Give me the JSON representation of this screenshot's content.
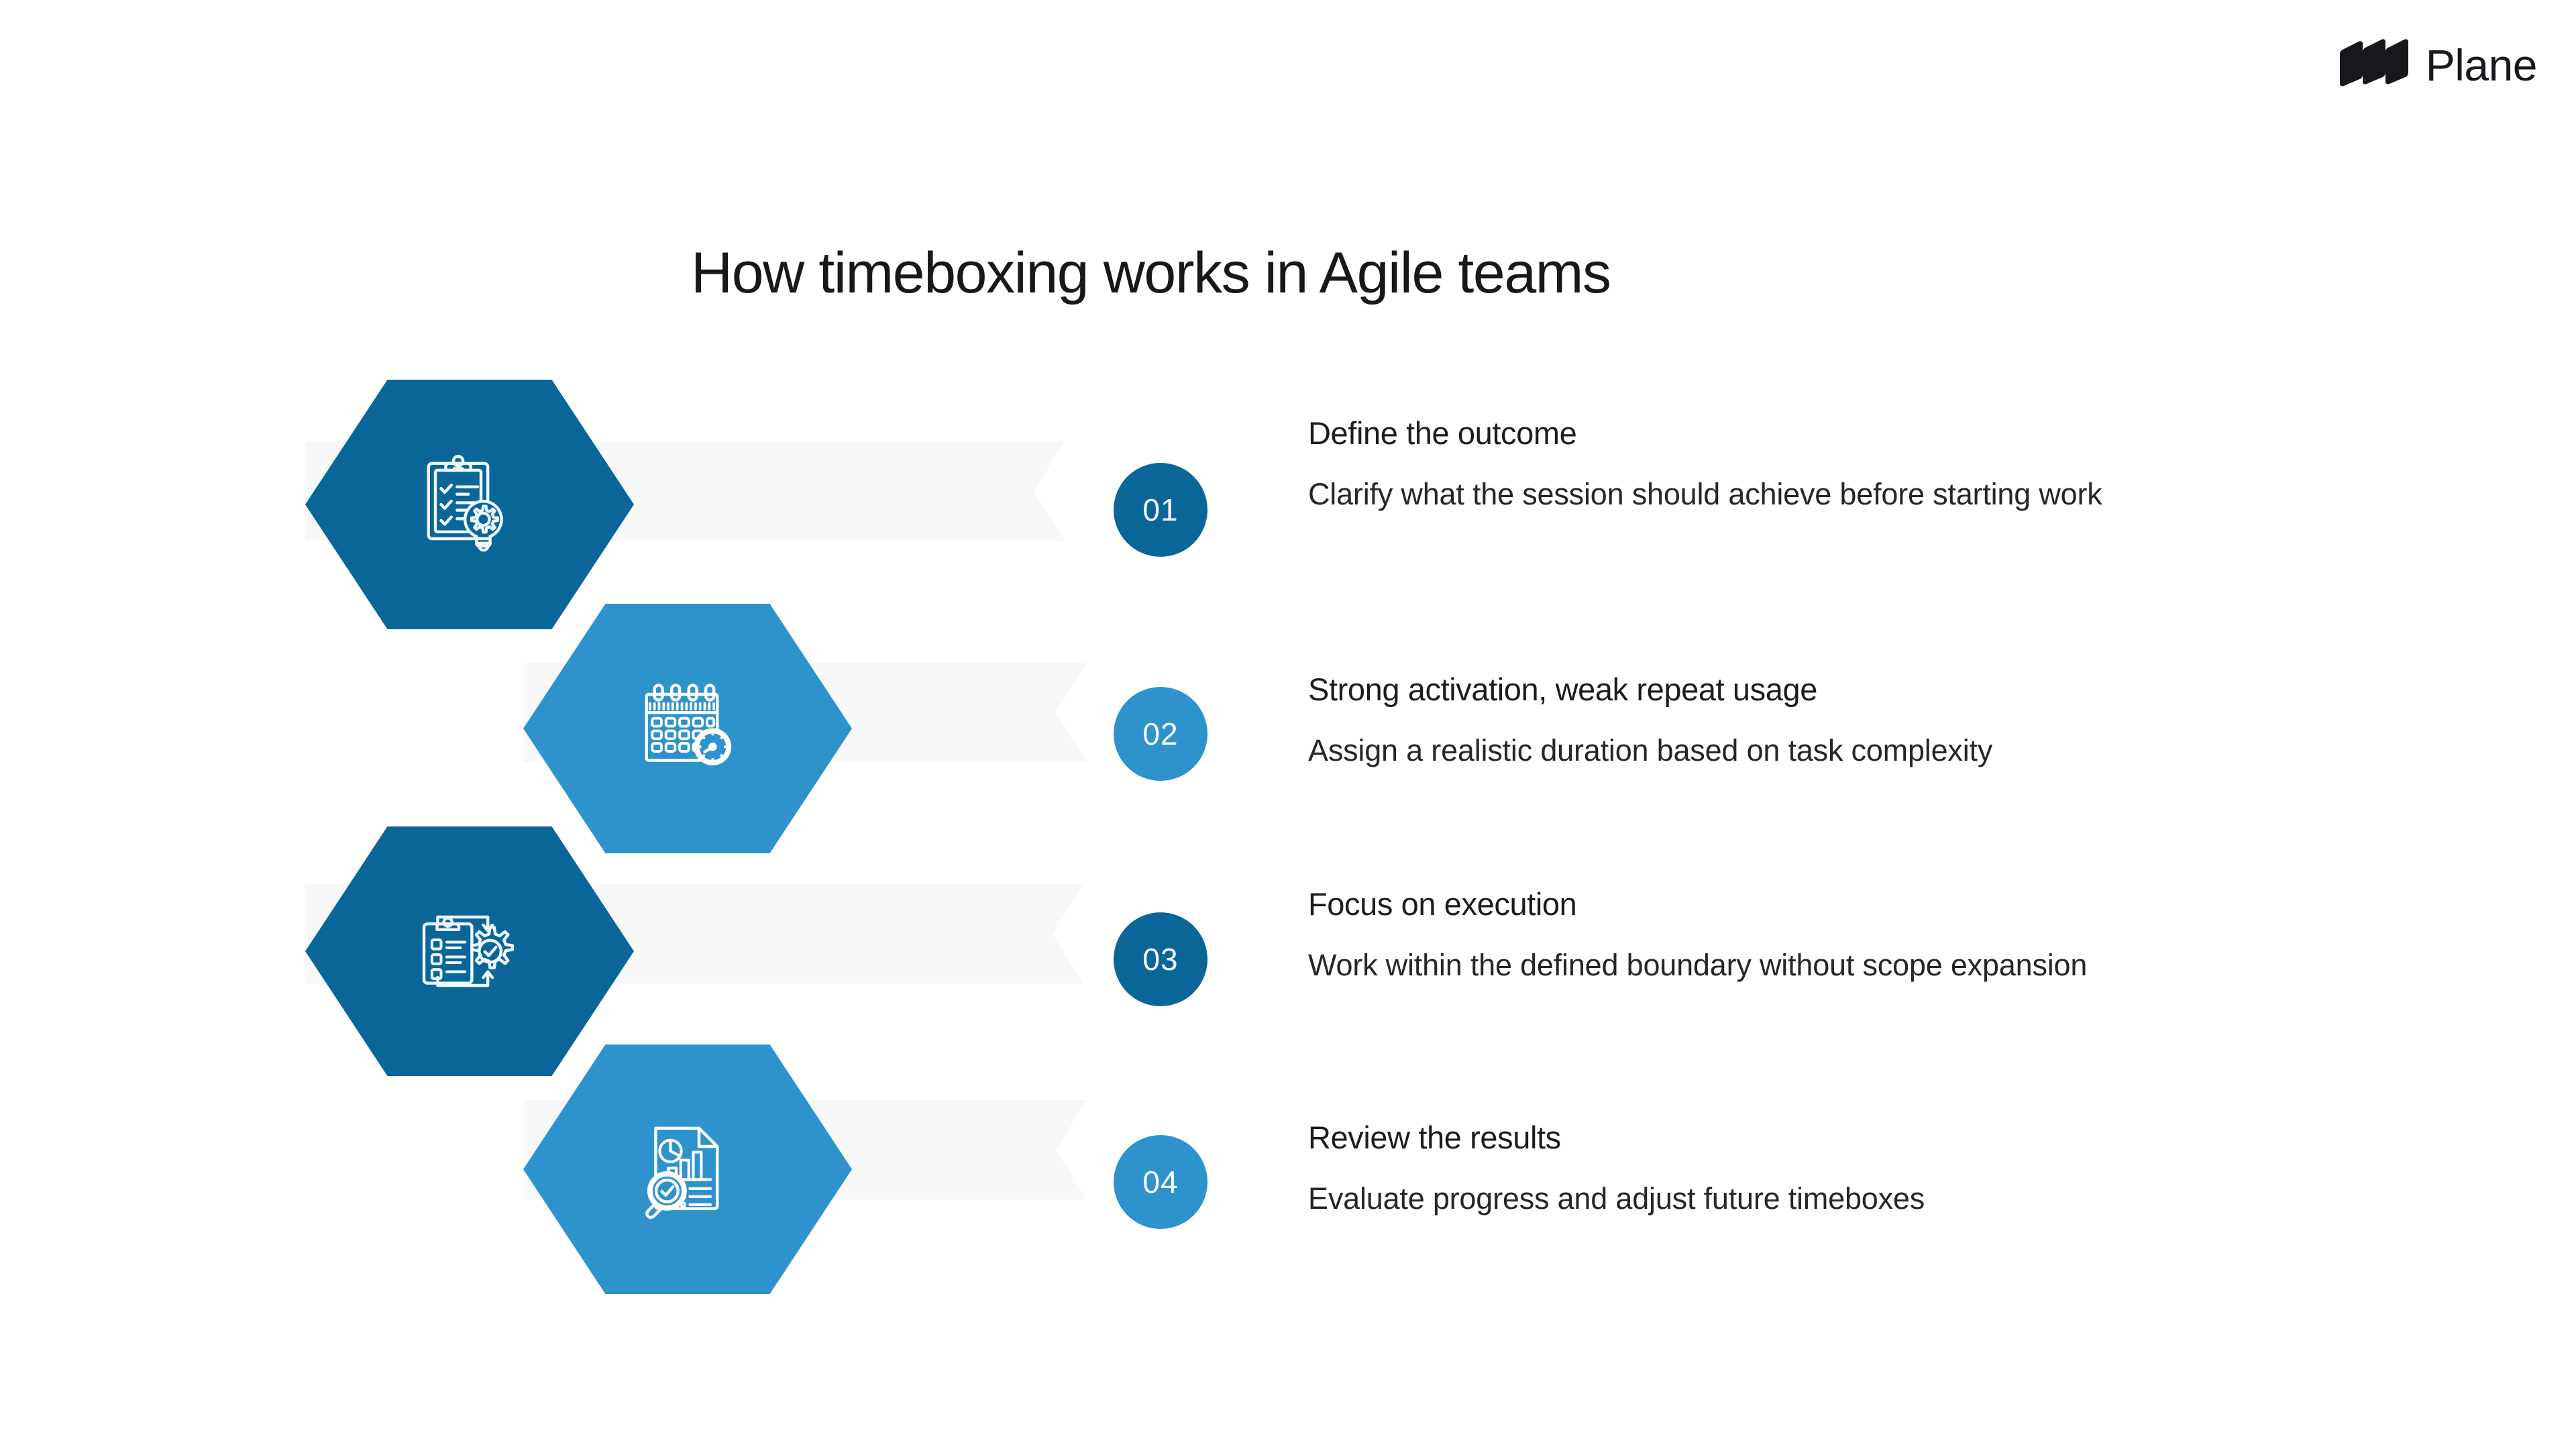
{
  "brand": {
    "name": "Plane",
    "logo_icon": "plane-logo-icon",
    "color": "#17181c"
  },
  "title": "How timeboxing works in Agile teams",
  "colors": {
    "dark_blue": "#0a6699",
    "light_blue": "#2e93cc",
    "ribbon_gray": "#f7f8f8",
    "text": "#1a1a1a",
    "white": "#ffffff"
  },
  "steps": [
    {
      "number": "01",
      "heading": "Define the outcome",
      "description": "Clarify what the session should achieve before starting work",
      "icon": "clipboard-checklist-lightbulb-gear-icon",
      "hex_color": "#0a6699",
      "circle_color": "#0a6699"
    },
    {
      "number": "02",
      "heading": "Strong activation, weak repeat usage",
      "description": "Assign a realistic duration based on task complexity",
      "icon": "calendar-stopwatch-icon",
      "hex_color": "#2e93cc",
      "circle_color": "#2e93cc"
    },
    {
      "number": "03",
      "heading": "Focus on execution",
      "description": "Work within the defined boundary without scope expansion",
      "icon": "clipboard-gear-check-cycle-icon",
      "hex_color": "#0a6699",
      "circle_color": "#0a6699"
    },
    {
      "number": "04",
      "heading": "Review the results",
      "description": "Evaluate progress and adjust future timeboxes",
      "icon": "report-magnifier-check-icon",
      "hex_color": "#2e93cc",
      "circle_color": "#2e93cc"
    }
  ]
}
